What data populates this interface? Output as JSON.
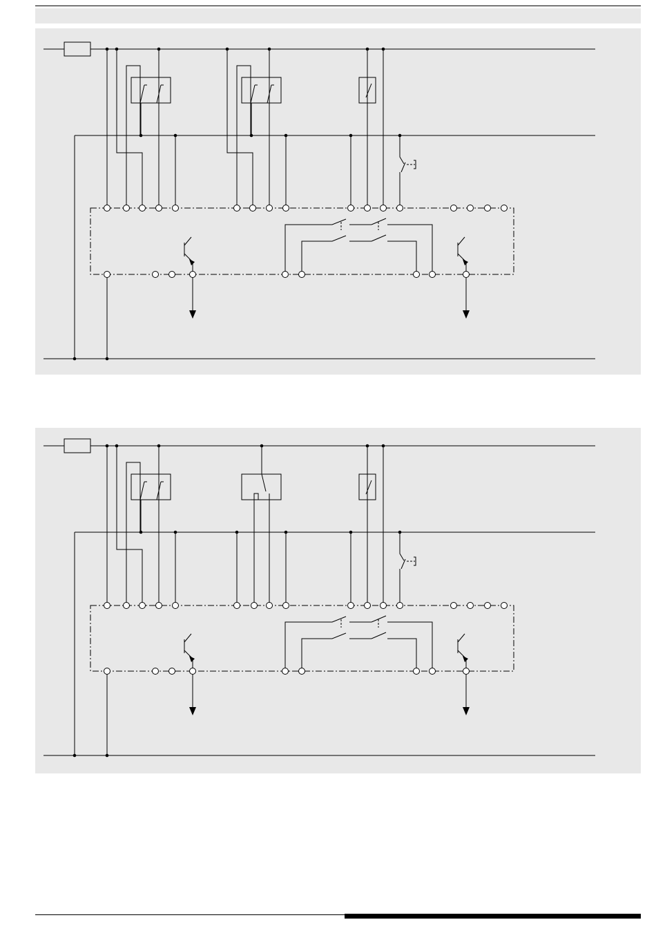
{
  "page": {
    "description_panels": 2,
    "colors": {
      "panel_background": "#e8e8e8",
      "line": "#000000",
      "page_background": "#ffffff"
    }
  },
  "diagrams": [
    {
      "id": "diagram-a",
      "middle_device": "double-contact-block",
      "labels": []
    },
    {
      "id": "diagram-b",
      "middle_device": "changeover-contact-block",
      "labels": []
    }
  ]
}
